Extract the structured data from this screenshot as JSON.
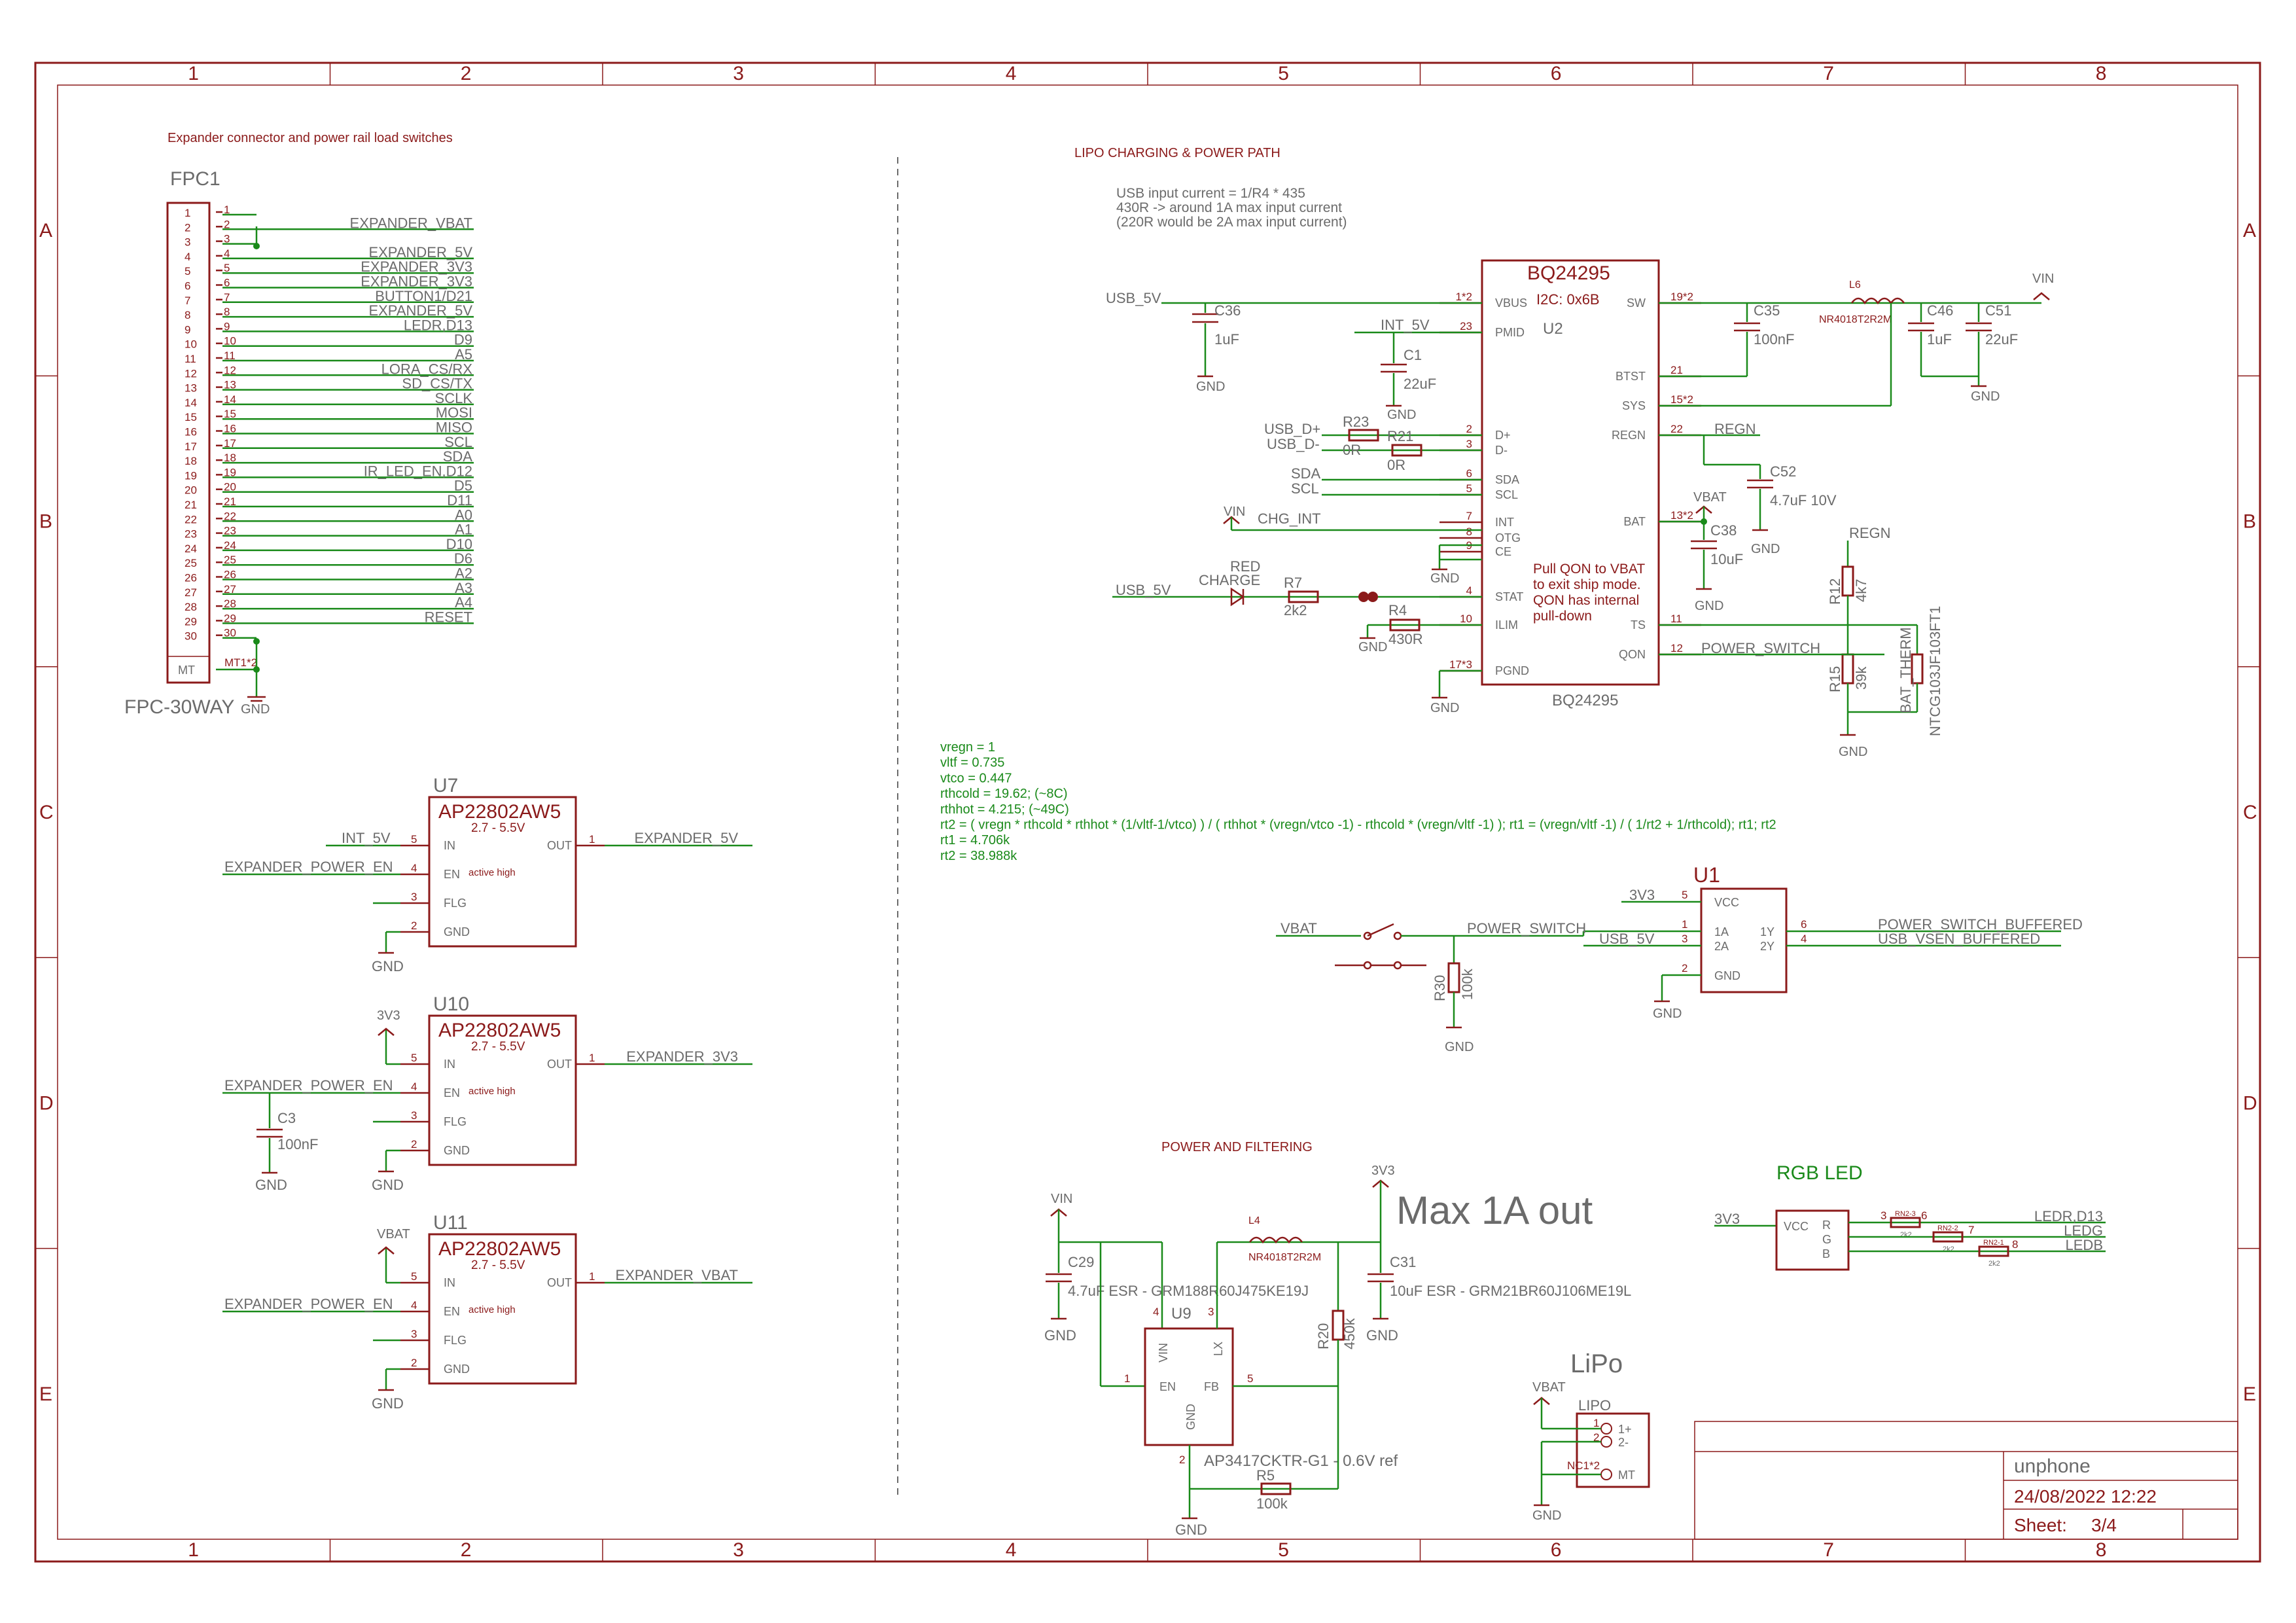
{
  "grid": {
    "columns": [
      "1",
      "2",
      "3",
      "4",
      "5",
      "6",
      "7",
      "8"
    ],
    "rows": [
      "A",
      "B",
      "C",
      "D",
      "E"
    ]
  },
  "section_titles": {
    "expander": "Expander connector and power rail load switches",
    "lipo": "LIPO CHARGING & POWER PATH",
    "power": "POWER AND FILTERING",
    "rgb": "RGB LED",
    "lipo_conn": "LiPo"
  },
  "fpc1": {
    "ref": "FPC1",
    "value": "FPC-30WAY",
    "gnd_label": "GND",
    "mt_label": "MT",
    "mt_pin": "MT1*2",
    "pins": [
      "1",
      "2",
      "3",
      "4",
      "5",
      "6",
      "7",
      "8",
      "9",
      "10",
      "11",
      "12",
      "13",
      "14",
      "15",
      "16",
      "17",
      "18",
      "19",
      "20",
      "21",
      "22",
      "23",
      "24",
      "25",
      "26",
      "27",
      "28",
      "29",
      "30"
    ],
    "nets": [
      "",
      "EXPANDER_VBAT",
      "",
      "EXPANDER_5V",
      "EXPANDER_3V3",
      "EXPANDER_3V3",
      "BUTTON1/D21",
      "EXPANDER_5V",
      "LEDR,D13",
      "D9",
      "A5",
      "LORA_CS/RX",
      "SD_CS/TX",
      "SCLK",
      "MOSI",
      "MISO",
      "SCL",
      "SDA",
      "IR_LED_EN,D12",
      "D5",
      "D11",
      "A0",
      "A1",
      "D10",
      "D6",
      "A2",
      "A3",
      "A4",
      "RESET",
      ""
    ]
  },
  "switches": [
    {
      "ref": "U7",
      "part": "AP22802AW5",
      "range": "2.7 - 5.5V",
      "in_net": "INT_5V",
      "en_net": "EXPANDER_POWER_EN",
      "out_net": "EXPANDER_5V",
      "supply": "",
      "gnd": "GND",
      "cap_ref": "",
      "cap_val": "",
      "cap_gnd": ""
    },
    {
      "ref": "U10",
      "part": "AP22802AW5",
      "range": "2.7 - 5.5V",
      "in_net": "",
      "en_net": "EXPANDER_POWER_EN",
      "out_net": "EXPANDER_3V3",
      "supply": "3V3",
      "gnd": "GND",
      "cap_ref": "C3",
      "cap_val": "100nF",
      "cap_gnd": "GND"
    },
    {
      "ref": "U11",
      "part": "AP22802AW5",
      "range": "2.7 - 5.5V",
      "in_net": "",
      "en_net": "EXPANDER_POWER_EN",
      "out_net": "EXPANDER_VBAT",
      "supply": "VBAT",
      "gnd": "GND",
      "cap_ref": "",
      "cap_val": "",
      "cap_gnd": ""
    }
  ],
  "switch_pins": {
    "in": "IN",
    "en": "EN",
    "flg": "FLG",
    "gnd": "GND",
    "out": "OUT",
    "active": "active high",
    "n_in": "5",
    "n_en": "4",
    "n_flg": "3",
    "n_gnd": "2",
    "n_out": "1"
  },
  "usb_note": [
    "USB input current = 1/R4 * 435",
    "430R -> around 1A max input current",
    "(220R would be 2A max input current)"
  ],
  "bq": {
    "ref": "U2",
    "part": "BQ24295",
    "i2c": "I2C: 0x6B",
    "left_pins": [
      {
        "name": "VBUS",
        "num": "1*2"
      },
      {
        "name": "PMID",
        "num": "23"
      },
      {
        "name": "D+",
        "num": "2"
      },
      {
        "name": "D-",
        "num": "3"
      },
      {
        "name": "SDA",
        "num": "6"
      },
      {
        "name": "SCL",
        "num": "5"
      },
      {
        "name": "INT",
        "num": "7"
      },
      {
        "name": "OTG",
        "num": "8"
      },
      {
        "name": "CE",
        "num": "9"
      },
      {
        "name": "STAT",
        "num": "4"
      },
      {
        "name": "ILIM",
        "num": "10"
      },
      {
        "name": "PGND",
        "num": "17*3"
      }
    ],
    "right_pins": [
      {
        "name": "SW",
        "num": "19*2"
      },
      {
        "name": "BTST",
        "num": "21"
      },
      {
        "name": "SYS",
        "num": "15*2"
      },
      {
        "name": "REGN",
        "num": "22"
      },
      {
        "name": "BAT",
        "num": "13*2"
      },
      {
        "name": "TS",
        "num": "11"
      },
      {
        "name": "QON",
        "num": "12"
      }
    ],
    "qon_note": [
      "Pull QON to VBAT",
      "to exit ship mode.",
      "QON has internal",
      "pull-down"
    ]
  },
  "lipo_nets": {
    "usb_5v": "USB_5V",
    "int_5v": "INT_5V",
    "usb_dp": "USB_D+",
    "usb_dm": "USB_D-",
    "sda": "SDA",
    "scl": "SCL",
    "vin": "VIN",
    "chg_int": "CHG_INT",
    "regn": "REGN",
    "power_switch": "POWER_SWITCH",
    "bat_therm": "BAT_THERM",
    "vbat": "VBAT",
    "gnd": "GND"
  },
  "lipo_parts": {
    "c36": "C36",
    "c36v": "1uF",
    "c1": "C1",
    "c1v": "22uF",
    "r23": "R23",
    "r23v": "0R",
    "r21": "R21",
    "r21v": "0R",
    "led": "CHARGE",
    "led_color": "RED",
    "r7": "R7",
    "r7v": "2k2",
    "r4": "R4",
    "r4v": "430R",
    "l6": "L6",
    "l6v": "NR4018T2R2M",
    "c35": "C35",
    "c35v": "100nF",
    "c46": "C46",
    "c46v": "1uF",
    "c51": "C51",
    "c51v": "22uF",
    "c52": "C52",
    "c52v": "4.7uF 10V",
    "c38": "C38",
    "c38v": "10uF",
    "r12": "R12",
    "r12v": "4k7",
    "r15": "R15",
    "r15v": "39k",
    "ntc": "NTCG103JF103FT1"
  },
  "calc": [
    "vregn = 1",
    "vltf = 0.735",
    "vtco = 0.447",
    "rthcold = 19.62; (~8C)",
    "rthhot = 4.215; (~49C)",
    "rt2 = ( vregn * rthcold * rthhot * (1/vltf-1/vtco) ) / ( rthhot * (vregn/vtco -1) - rthcold * (vregn/vltf -1) ); rt1 = (vregn/vltf -1) / ( 1/rt2 + 1/rthcold); rt1; rt2",
    "rt1 = 4.706k",
    "rt2 = 38.988k"
  ],
  "u1": {
    "ref": "U1",
    "vcc": "VCC",
    "a1": "1A",
    "a2": "2A",
    "y1": "1Y",
    "y2": "2Y",
    "gnd": "GND",
    "n_vcc": "5",
    "n_1a": "1",
    "n_2a": "3",
    "n_gnd": "2",
    "n_1y": "6",
    "n_2y": "4",
    "in_vcc": "3V3",
    "in_usb": "USB_5V",
    "out1": "POWER_SWITCH_BUFFERED",
    "out2": "USB_VSEN_BUFFERED",
    "vbat": "VBAT",
    "power_switch": "POWER_SWITCH",
    "r30": "R30",
    "r30v": "100k",
    "gnd_net": "GND"
  },
  "power": {
    "vin": "VIN",
    "v3v3": "3V3",
    "max_out": "Max 1A out",
    "c29": "C29",
    "c29v": "4.7uF ESR - GRM188R60J475KE19J",
    "l4": "L4",
    "l4v": "NR4018T2R2M",
    "c31": "C31",
    "c31v": "10uF ESR - GRM21BR60J106ME19L",
    "u9": "U9",
    "u9_vin": "VIN",
    "u9_lx": "LX",
    "u9_en": "EN",
    "u9_fb": "FB",
    "u9_gnd": "GND",
    "n_vin": "4",
    "n_lx": "3",
    "n_en": "1",
    "n_fb": "5",
    "n_gnd": "2",
    "u9_part": "AP3417CKTR-G1 - 0.6V ref",
    "r20": "R20",
    "r20v": "450k",
    "r5": "R5",
    "r5v": "100k",
    "gnd": "GND"
  },
  "rgb": {
    "v3v3": "3V3",
    "vcc": "VCC",
    "r": "R",
    "g": "G",
    "b": "B",
    "rn_labels": [
      "RN2-3",
      "RN2-2",
      "RN2-1"
    ],
    "rn_vals": [
      "2k2",
      "2k2",
      "2k2"
    ],
    "pins": [
      "3",
      "6",
      "7",
      "8"
    ],
    "outs": [
      "LEDR,D13",
      "LEDG",
      "LEDB"
    ]
  },
  "lipo_conn": {
    "ref": "LIPO",
    "vbat": "VBAT",
    "p1": "1",
    "p2": "2",
    "nc": "NC1*2",
    "l1": "1+",
    "l2": "2-",
    "mt": "MT",
    "gnd": "GND"
  },
  "title_block": {
    "name": "unphone",
    "date": "24/08/2022 12:22",
    "sheet_label": "Sheet:",
    "sheet": "3/4"
  }
}
